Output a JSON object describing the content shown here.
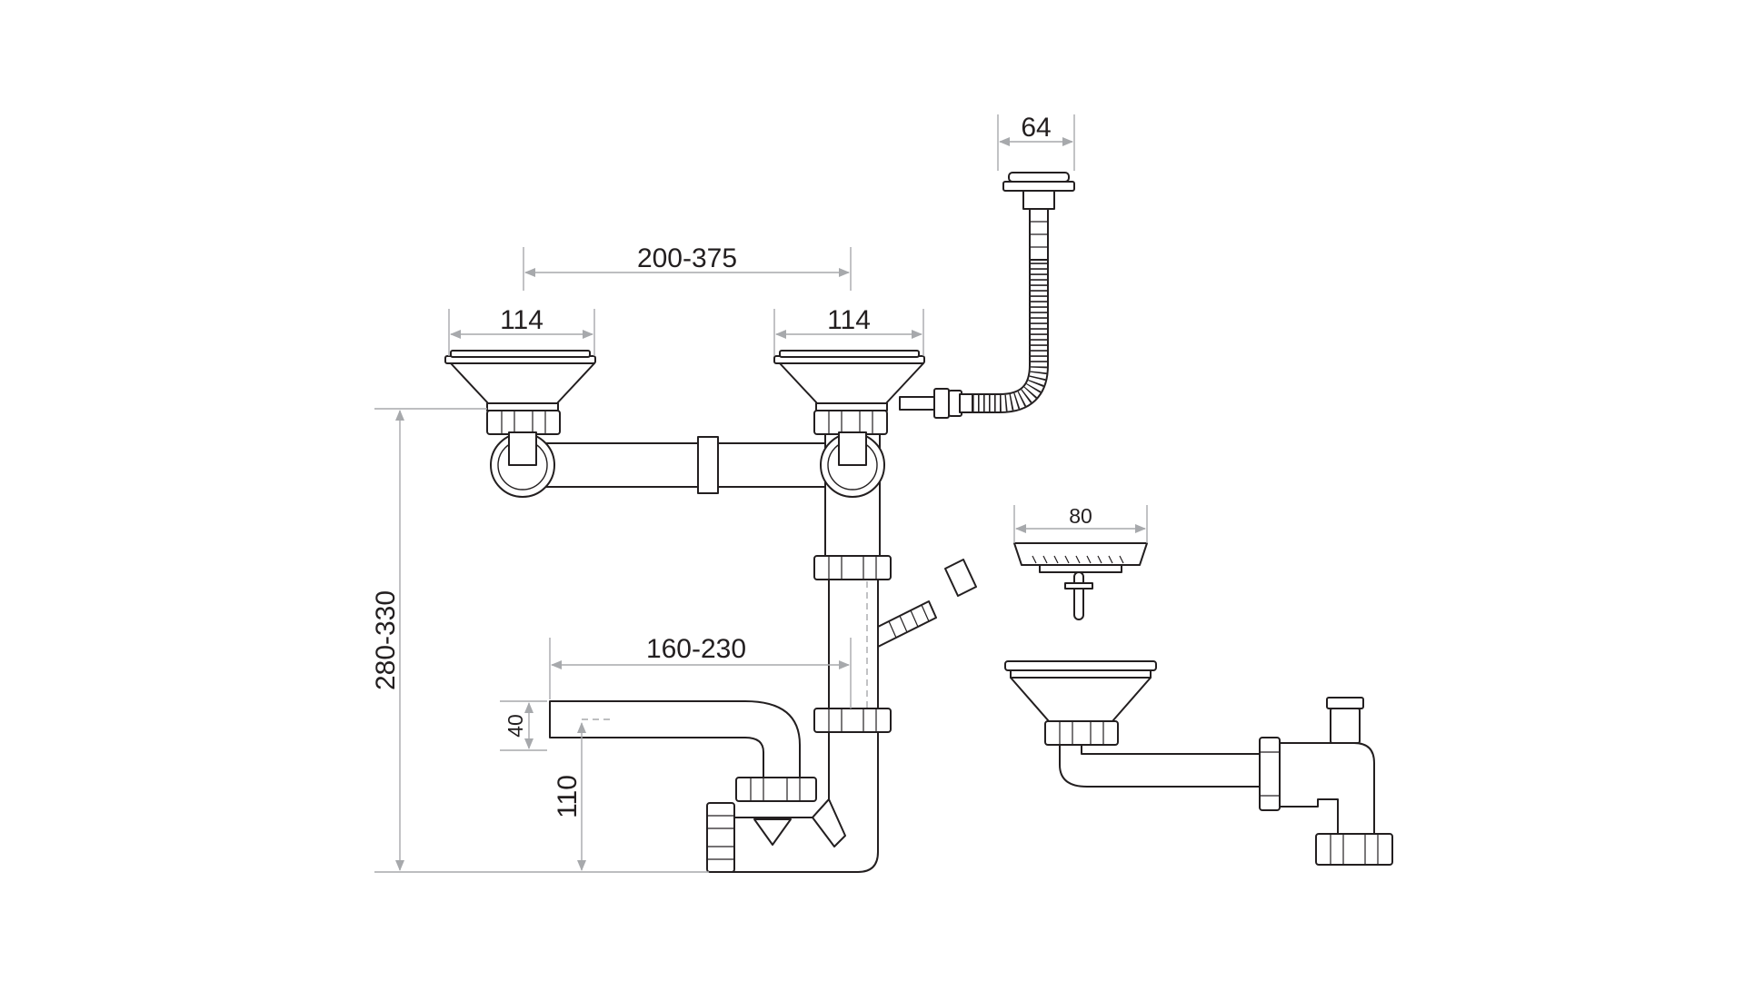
{
  "dimensions": {
    "strainer_left_width": "114",
    "strainer_right_width": "114",
    "strainer_spacing": "200-375",
    "overflow_head_width": "64",
    "small_strainer_width": "80",
    "outlet_reach": "160-230",
    "total_height": "280-330",
    "outlet_offset": "40",
    "outlet_height": "110"
  }
}
